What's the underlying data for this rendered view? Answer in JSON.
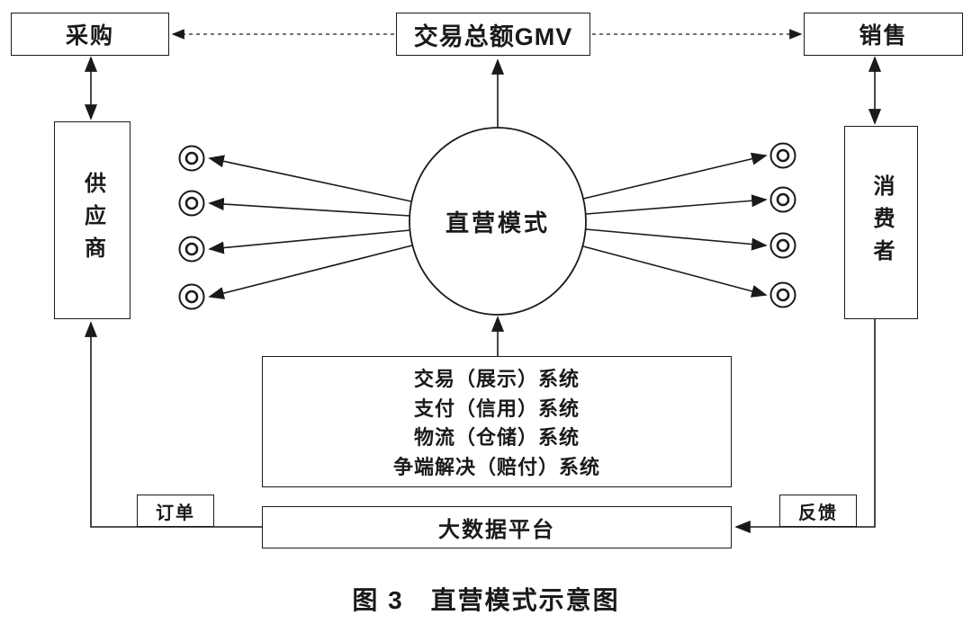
{
  "diagram": {
    "caption": "图 3　直营模式示意图",
    "nodes": {
      "procurement": "采购",
      "gmv": "交易总额GMV",
      "sales": "销售",
      "supplier": "供应商",
      "consumer": "消费者",
      "center": "直营模式",
      "systems": [
        "交易（展示）系统",
        "支付（信用）系统",
        "物流（仓储）系统",
        "争端解决（赔付）系统"
      ],
      "bigdata": "大数据平台",
      "order": "订单",
      "feedback": "反馈"
    },
    "icons": {
      "endpoint": "bullseye-icon"
    },
    "colors": {
      "line": "#1a1a1a",
      "background": "#ffffff"
    }
  }
}
